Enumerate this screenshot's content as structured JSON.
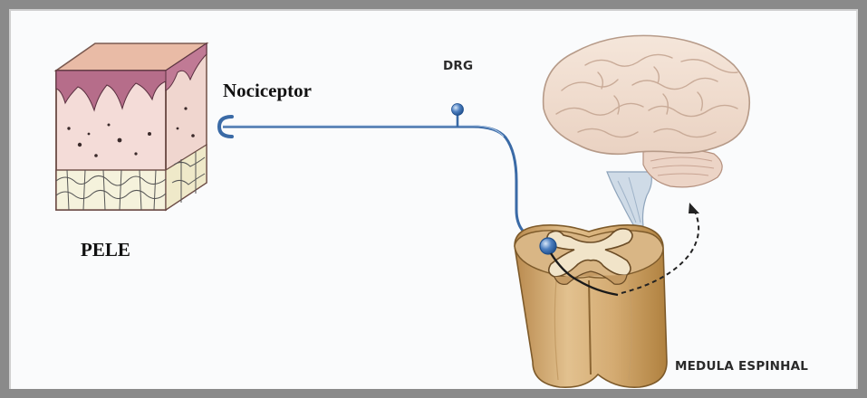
{
  "labels": {
    "nociceptor": "Nociceptor",
    "pele": "PELE",
    "drg": "DRG",
    "medula": "MEDULA ESPINHAL"
  },
  "colors": {
    "frame": "#8a8a8a",
    "nerve": "#3a6aa6",
    "skin_top": "#e8b9a4",
    "skin_dermis": "#f3d8d4",
    "skin_papillae": "#b06a86",
    "fat": "#f4f1da",
    "spinal_cord": "#d7b486",
    "grey_matter": "#efe2c8",
    "brain": "#f2e0d2",
    "brainstem": "#c9d6e3"
  }
}
